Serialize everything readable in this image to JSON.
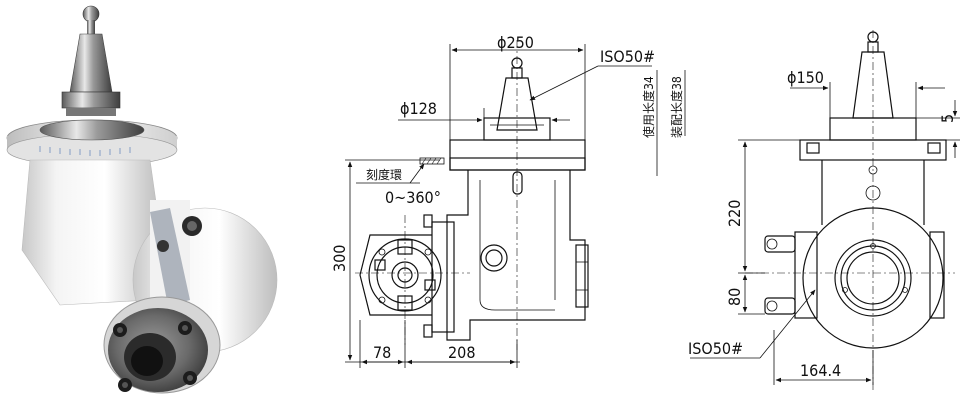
{
  "photo": {
    "description_icon": "right-angle-milling-head-photo"
  },
  "front_view": {
    "dim_flange_dia": "ϕ250",
    "dim_shank_dia": "ϕ128",
    "dim_height": "300",
    "dim_left": "78",
    "dim_bottom": "208",
    "label_scale_ring": "刻度環",
    "label_rotation": "0~360°",
    "label_taper": "ISO50#",
    "label_use_length": "使用长度34",
    "label_install_length": "装配长度38"
  },
  "side_view": {
    "dim_top_dia": "ϕ150",
    "dim_right": "5",
    "dim_upper": "220",
    "dim_lower": "80",
    "dim_bottom": "164.4",
    "label_taper": "ISO50#"
  }
}
